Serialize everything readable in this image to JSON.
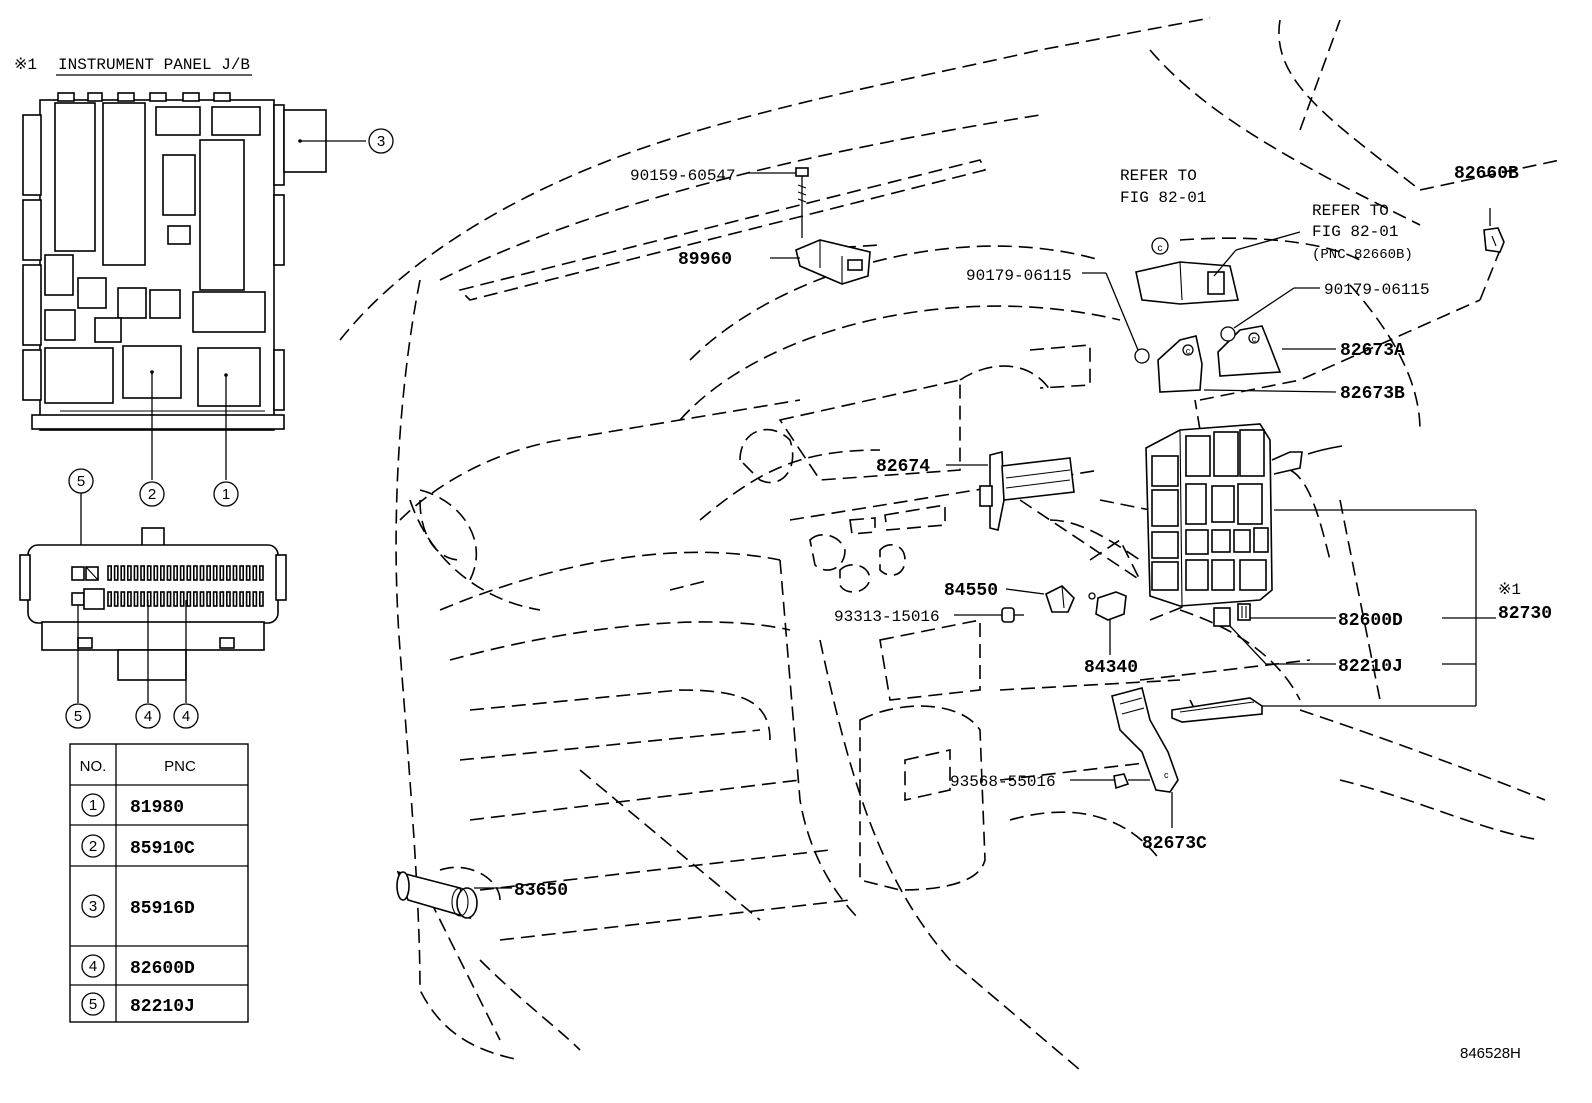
{
  "header": {
    "title_mark": "※1",
    "title_text": "INSTRUMENT PANEL J/B"
  },
  "callouts": {
    "c1": "1",
    "c2": "2",
    "c3": "3",
    "c4": "4",
    "c5": "5"
  },
  "table": {
    "col_no": "NO.",
    "col_pnc": "PNC",
    "rows": [
      {
        "no": "1",
        "pnc": "81980"
      },
      {
        "no": "2",
        "pnc": "85910C"
      },
      {
        "no": "3",
        "pnc": "85916D"
      },
      {
        "no": "4",
        "pnc": "82600D"
      },
      {
        "no": "5",
        "pnc": "82210J"
      }
    ]
  },
  "parts": {
    "p90159": "90159-60547",
    "p89960": "89960",
    "refer1_a": "REFER TO",
    "refer1_b": "FIG 82-01",
    "refer2_a": "REFER TO",
    "refer2_b": "FIG 82-01",
    "refer2_c": "(PNC 82660B)",
    "p82660B": "82660B",
    "p90179a": "90179-06115",
    "p90179b": "90179-06115",
    "p82673A": "82673A",
    "p82673B": "82673B",
    "p82674": "82674",
    "p84550": "84550",
    "p93313": "93313-15016",
    "p84340": "84340",
    "p82600D": "82600D",
    "p82210J": "82210J",
    "p82730_mark": "※1",
    "p82730": "82730",
    "p93568": "93568-55016",
    "p82673C": "82673C",
    "p83650": "83650"
  },
  "footer": {
    "code": "846528H"
  }
}
